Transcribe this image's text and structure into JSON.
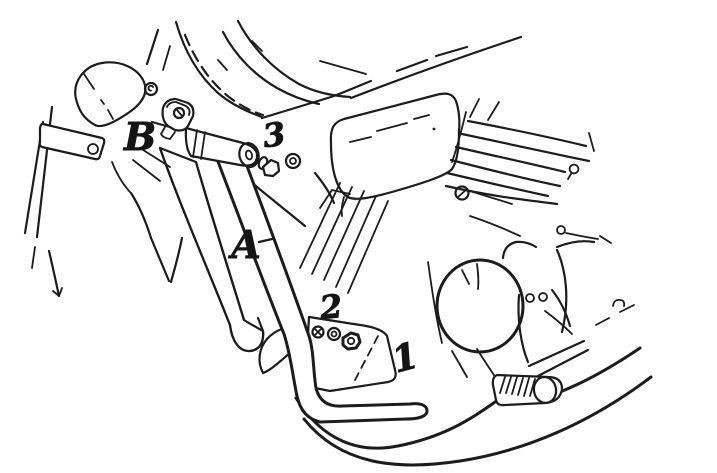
{
  "diagram": {
    "type": "hand-drawn technical line illustration",
    "subject": "Motorcycle engine protection guard mounting diagram, left side view",
    "callouts": [
      {
        "id": "A",
        "text": "A",
        "meaning": "protection bar main tube"
      },
      {
        "id": "B",
        "text": "B",
        "meaning": "upper mounting bracket"
      },
      {
        "id": "1",
        "text": "1",
        "meaning": "lower mounting plate"
      },
      {
        "id": "2",
        "text": "2",
        "meaning": "lower bolt, washer and nut"
      },
      {
        "id": "3",
        "text": "3",
        "meaning": "upper clamp bolt and washer"
      }
    ],
    "colors": {
      "ink": "#1c1c1c",
      "paper": "#ffffff"
    }
  }
}
